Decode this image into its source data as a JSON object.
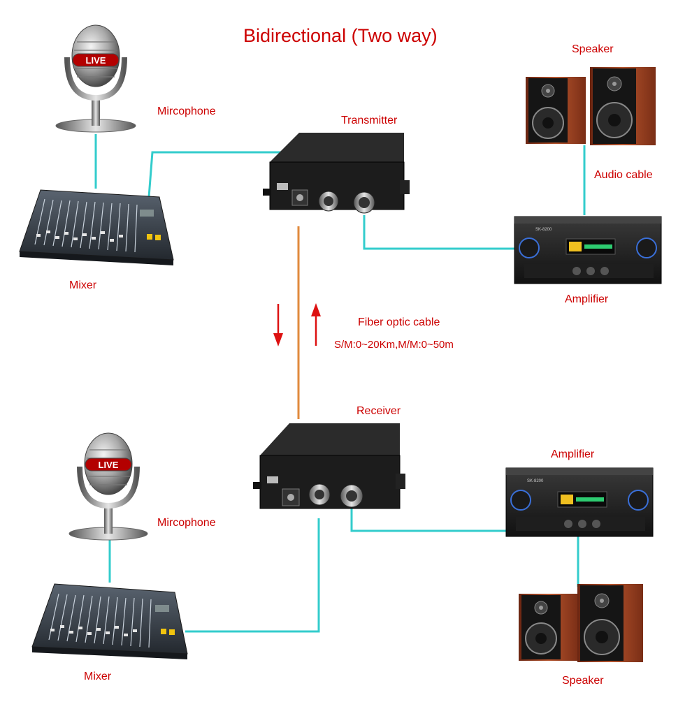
{
  "title": "Bidirectional (Two way)",
  "labels": {
    "microphone_top": "Mircophone",
    "mixer_top": "Mixer",
    "transmitter": "Transmitter",
    "speaker_top": "Speaker",
    "audio_cable": "Audio cable",
    "amplifier_top": "Amplifier",
    "fiber_cable": "Fiber optic cable",
    "fiber_spec": "S/M:0~20Km,M/M:0~50m",
    "receiver": "Receiver",
    "amplifier_bottom": "Amplifier",
    "microphone_bottom": "Mircophone",
    "mixer_bottom": "Mixer",
    "speaker_bottom": "Speaker"
  },
  "mic_badge": "LIVE",
  "amp_model": "SK-8200",
  "colors": {
    "label": "#cc0000",
    "audio_line": "#33cccc",
    "fiber_line": "#e08a3c",
    "arrow": "#dd1111"
  },
  "icons": [
    "microphone-icon",
    "mixer-icon",
    "fiber-box-icon",
    "speaker-icon",
    "amplifier-icon",
    "arrow-down-icon",
    "arrow-up-icon"
  ]
}
